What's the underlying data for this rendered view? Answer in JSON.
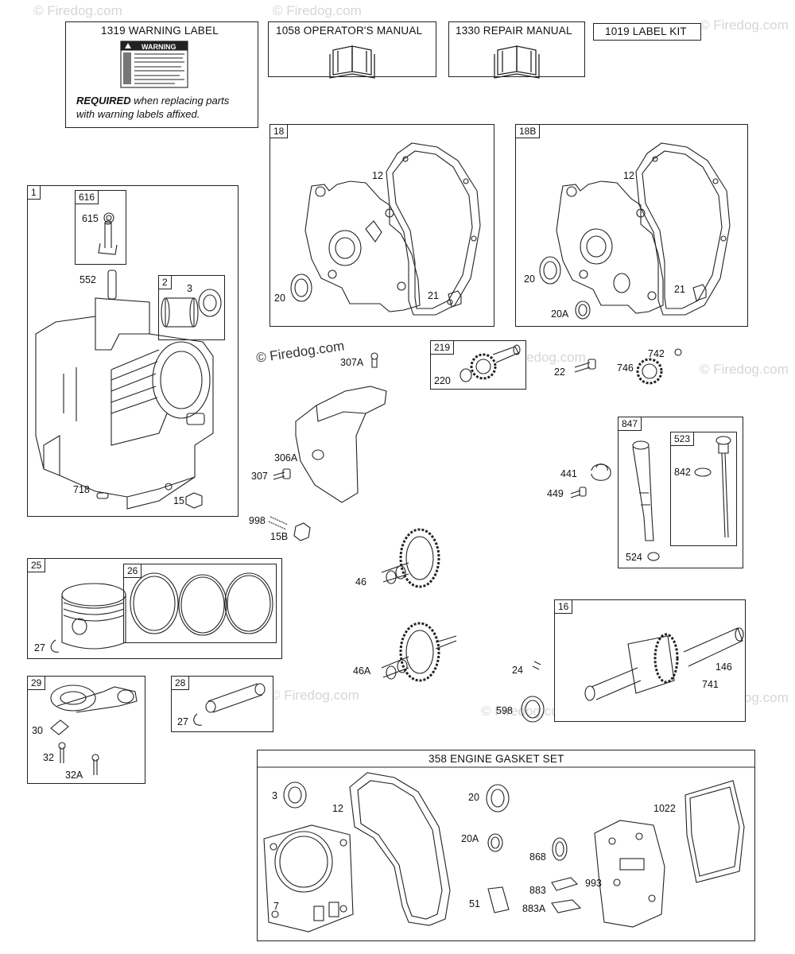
{
  "watermark": "© Firedog.com",
  "copyright": "© Firedog.com",
  "top_boxes": {
    "warning_label": "1319 WARNING LABEL",
    "operators_manual": "1058 OPERATOR'S MANUAL",
    "repair_manual": "1330 REPAIR MANUAL",
    "label_kit": "1019 LABEL KIT",
    "warning_sticker_title": "WARNING",
    "required_bold": "REQUIRED",
    "required_rest1": " when replacing parts",
    "required_rest2": "with warning labels affixed."
  },
  "gasket_set_title": "358 ENGINE GASKET SET",
  "tags": {
    "t1": "1",
    "t616": "616",
    "t2": "2",
    "t18": "18",
    "t18b": "18B",
    "t219": "219",
    "t847": "847",
    "t523": "523",
    "t25": "25",
    "t26": "26",
    "t29": "29",
    "t28": "28",
    "t16": "16"
  },
  "labels": {
    "l615": "615",
    "l552": "552",
    "l3": "3",
    "l718": "718",
    "l15": "15",
    "l18_12": "12",
    "l18_20": "20",
    "l18_21": "21",
    "l18b_12": "12",
    "l18b_20": "20",
    "l18b_20a": "20A",
    "l18b_21": "21",
    "l307a": "307A",
    "l306a": "306A",
    "l307": "307",
    "l998": "998",
    "l15b": "15B",
    "l220": "220",
    "l22": "22",
    "l742": "742",
    "l746": "746",
    "l441": "441",
    "l449": "449",
    "l842": "842",
    "l524": "524",
    "l46": "46",
    "l46a": "46A",
    "l27a": "27",
    "l30": "30",
    "l32": "32",
    "l32a": "32A",
    "l27b": "27",
    "l24": "24",
    "l598": "598",
    "l146": "146",
    "l741": "741",
    "g3": "3",
    "g12": "12",
    "g7": "7",
    "g20": "20",
    "g20a": "20A",
    "g51": "51",
    "g868": "868",
    "g883": "883",
    "g883a": "883A",
    "g993": "993",
    "g1022": "1022"
  }
}
